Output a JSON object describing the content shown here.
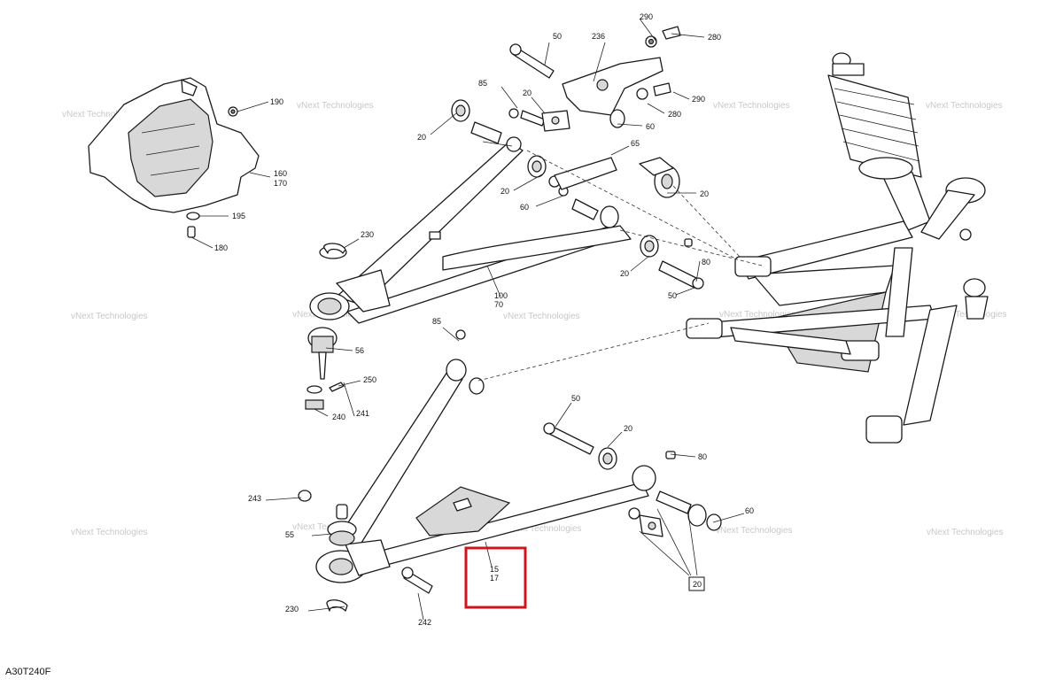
{
  "diagram_code": "A30T240F",
  "watermark": {
    "line1": "vNext",
    "line2": "Technologies",
    "combined": "vNext Technologies"
  },
  "callouts": {
    "c290_top": "290",
    "c280_top": "280",
    "c50_top": "50",
    "c236": "236",
    "c85_top": "85",
    "c290_mid": "290",
    "c280_mid": "280",
    "c60_top": "60",
    "c190": "190",
    "c160": "160",
    "c170": "170",
    "c195": "195",
    "c180": "180",
    "c20_a": "20",
    "c20_b": "20",
    "c65": "65",
    "c20_c": "20",
    "c60_b": "60",
    "c230_top": "230",
    "c80_top": "80",
    "c20_d": "20",
    "c50_mid": "50",
    "c100": "100",
    "c70": "70",
    "c56": "56",
    "c85_low": "85",
    "c250": "250",
    "c241": "241",
    "c240": "240",
    "c50_low": "50",
    "c20_e": "20",
    "c80_low": "80",
    "c243": "243",
    "c55": "55",
    "c60_low": "60",
    "c15": "15",
    "c17": "17",
    "c20_boxed": "20",
    "c230_low": "230",
    "c242": "242"
  },
  "colors": {
    "highlight": "#d0141c",
    "line": "#1a1a1a",
    "watermark": "#c8c8c8"
  }
}
